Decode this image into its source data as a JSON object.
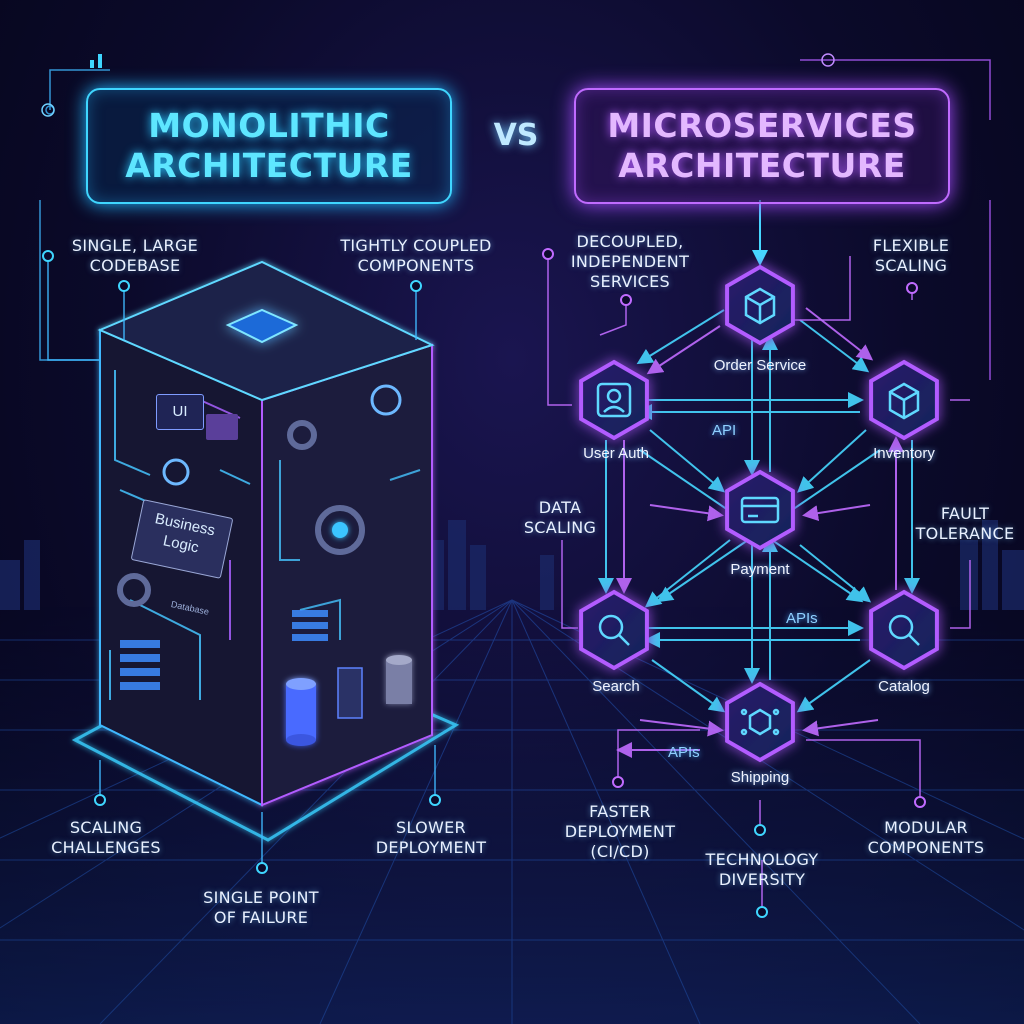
{
  "titles": {
    "monolithic_line1": "MONOLITHIC",
    "monolithic_line2": "ARCHITECTURE",
    "vs": "VS",
    "micro_line1": "MICROSERVICES",
    "micro_line2": "ARCHITECTURE"
  },
  "monolithic_labels": {
    "single_codebase": "SINGLE, LARGE\nCODEBASE",
    "tightly_coupled": "TIGHTLY COUPLED\nCOMPONENTS",
    "scaling": "SCALING\nCHALLENGES",
    "slower_deployment": "SLOWER\nDEPLOYMENT",
    "single_point": "SINGLE POINT\nOF FAILURE"
  },
  "monolith_chips": {
    "ui": "UI",
    "business_logic": "Business\nLogic",
    "database": "Database"
  },
  "micro_labels": {
    "decoupled": "DECOUPLED,\nINDEPENDENT\nSERVICES",
    "flexible": "FLEXIBLE\nSCALING",
    "data_scaling": "DATA\nSCALING",
    "fault_tolerance": "FAULT\nTOLERANCE",
    "faster_deployment": "FASTER\nDEPLOYMENT\n(CI/CD)",
    "technology": "TECHNOLOGY\nDIVERSITY",
    "modular": "MODULAR\nCOMPONENTS"
  },
  "services": {
    "order": "Order Service",
    "user_auth": "User Auth",
    "inventory": "Inventory",
    "payment": "Payment",
    "search": "Search",
    "catalog": "Catalog",
    "shipping": "Shipping"
  },
  "api_labels": {
    "api_top": "API",
    "apis_mid": "APIs",
    "apis_bottom": "APIs"
  },
  "colors": {
    "cyan": "#3fd6ff",
    "purple": "#b25cff",
    "background": "#0b0a2a"
  },
  "icons": {
    "order": "box-icon",
    "user_auth": "user-icon",
    "inventory": "package-icon",
    "payment": "card-icon",
    "search": "magnifier-icon",
    "catalog": "magnifier-icon",
    "shipping": "cube-network-icon"
  }
}
